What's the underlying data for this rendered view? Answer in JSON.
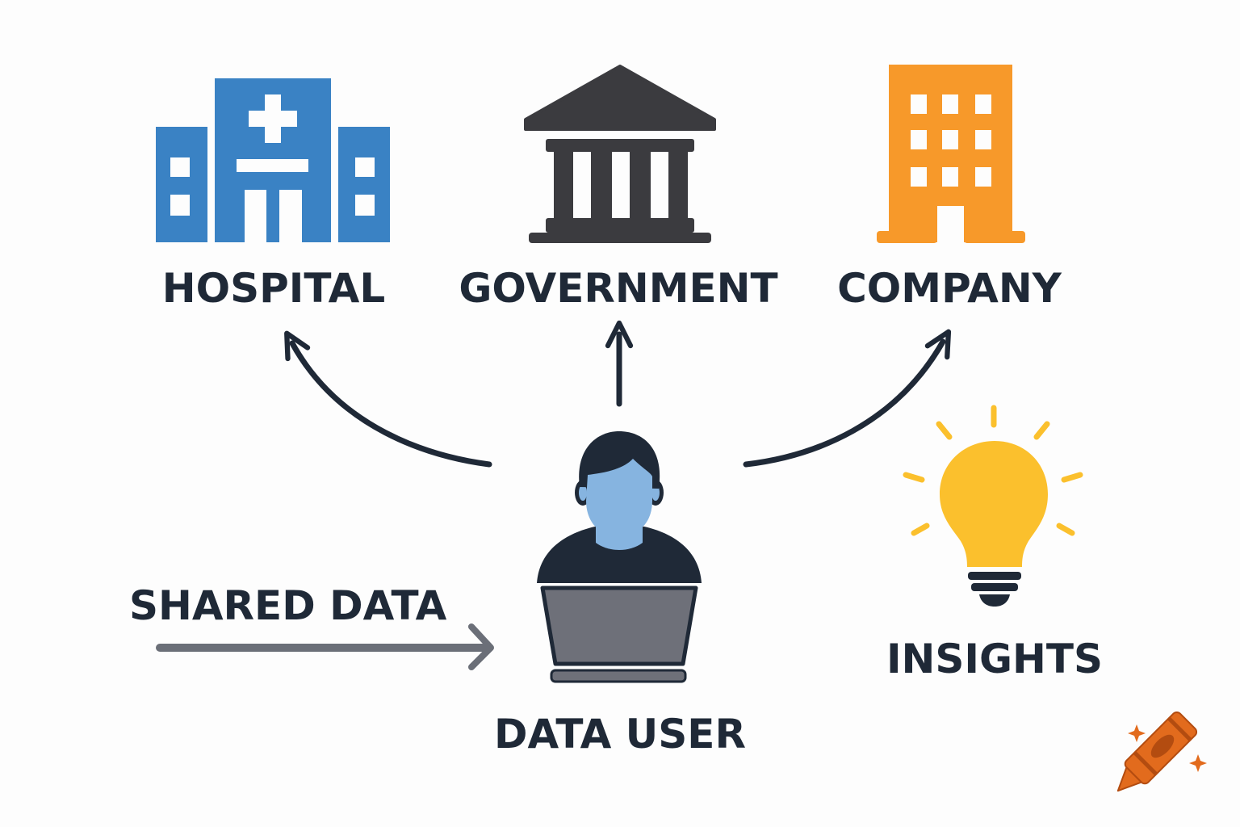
{
  "nodes": {
    "hospital": {
      "label": "HOSPITAL",
      "icon": "hospital-icon",
      "color": "#3a82c4"
    },
    "government": {
      "label": "GOVERNMENT",
      "icon": "government-building-icon",
      "color": "#3b3b3f"
    },
    "company": {
      "label": "COMPANY",
      "icon": "office-building-icon",
      "color": "#f7992a"
    },
    "data_user": {
      "label": "DATA USER",
      "icon": "person-at-laptop-icon",
      "color": "#86b4e0"
    },
    "insights": {
      "label": "INSIGHTS",
      "icon": "lightbulb-icon",
      "color": "#fbc02d"
    }
  },
  "edges": {
    "shared_data": {
      "label": "SHARED DATA",
      "color": "#6b6f78"
    }
  },
  "brand": {
    "icon": "crayon-logo-icon",
    "color": "#e26b1d"
  },
  "text_color": "#1f2937"
}
